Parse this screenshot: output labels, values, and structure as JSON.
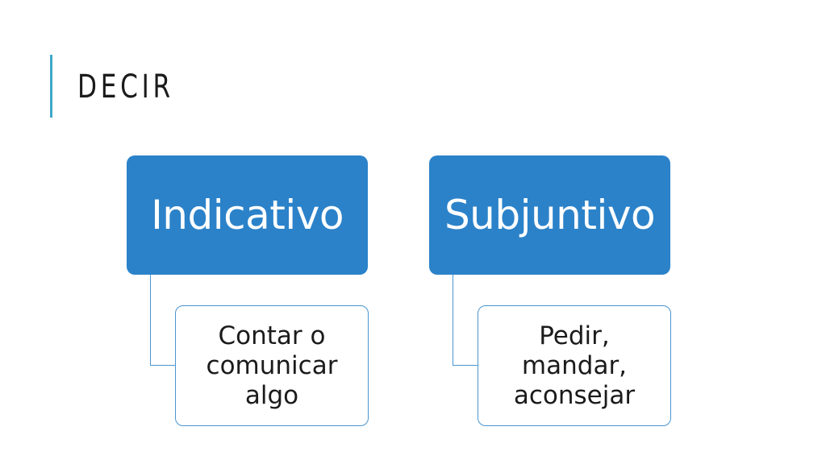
{
  "slide": {
    "title": "DECIR"
  },
  "diagram": {
    "nodes": [
      {
        "label": "Indicativo",
        "child_lines": [
          "Contar o",
          "comunicar",
          "algo"
        ]
      },
      {
        "label": "Subjuntivo",
        "child_lines": [
          "Pedir,",
          "mandar,",
          "aconsejar"
        ]
      }
    ],
    "colors": {
      "parent_fill": "#2b82c9",
      "child_border": "#4a95d0",
      "accent_bar": "#3fa7c9"
    }
  }
}
